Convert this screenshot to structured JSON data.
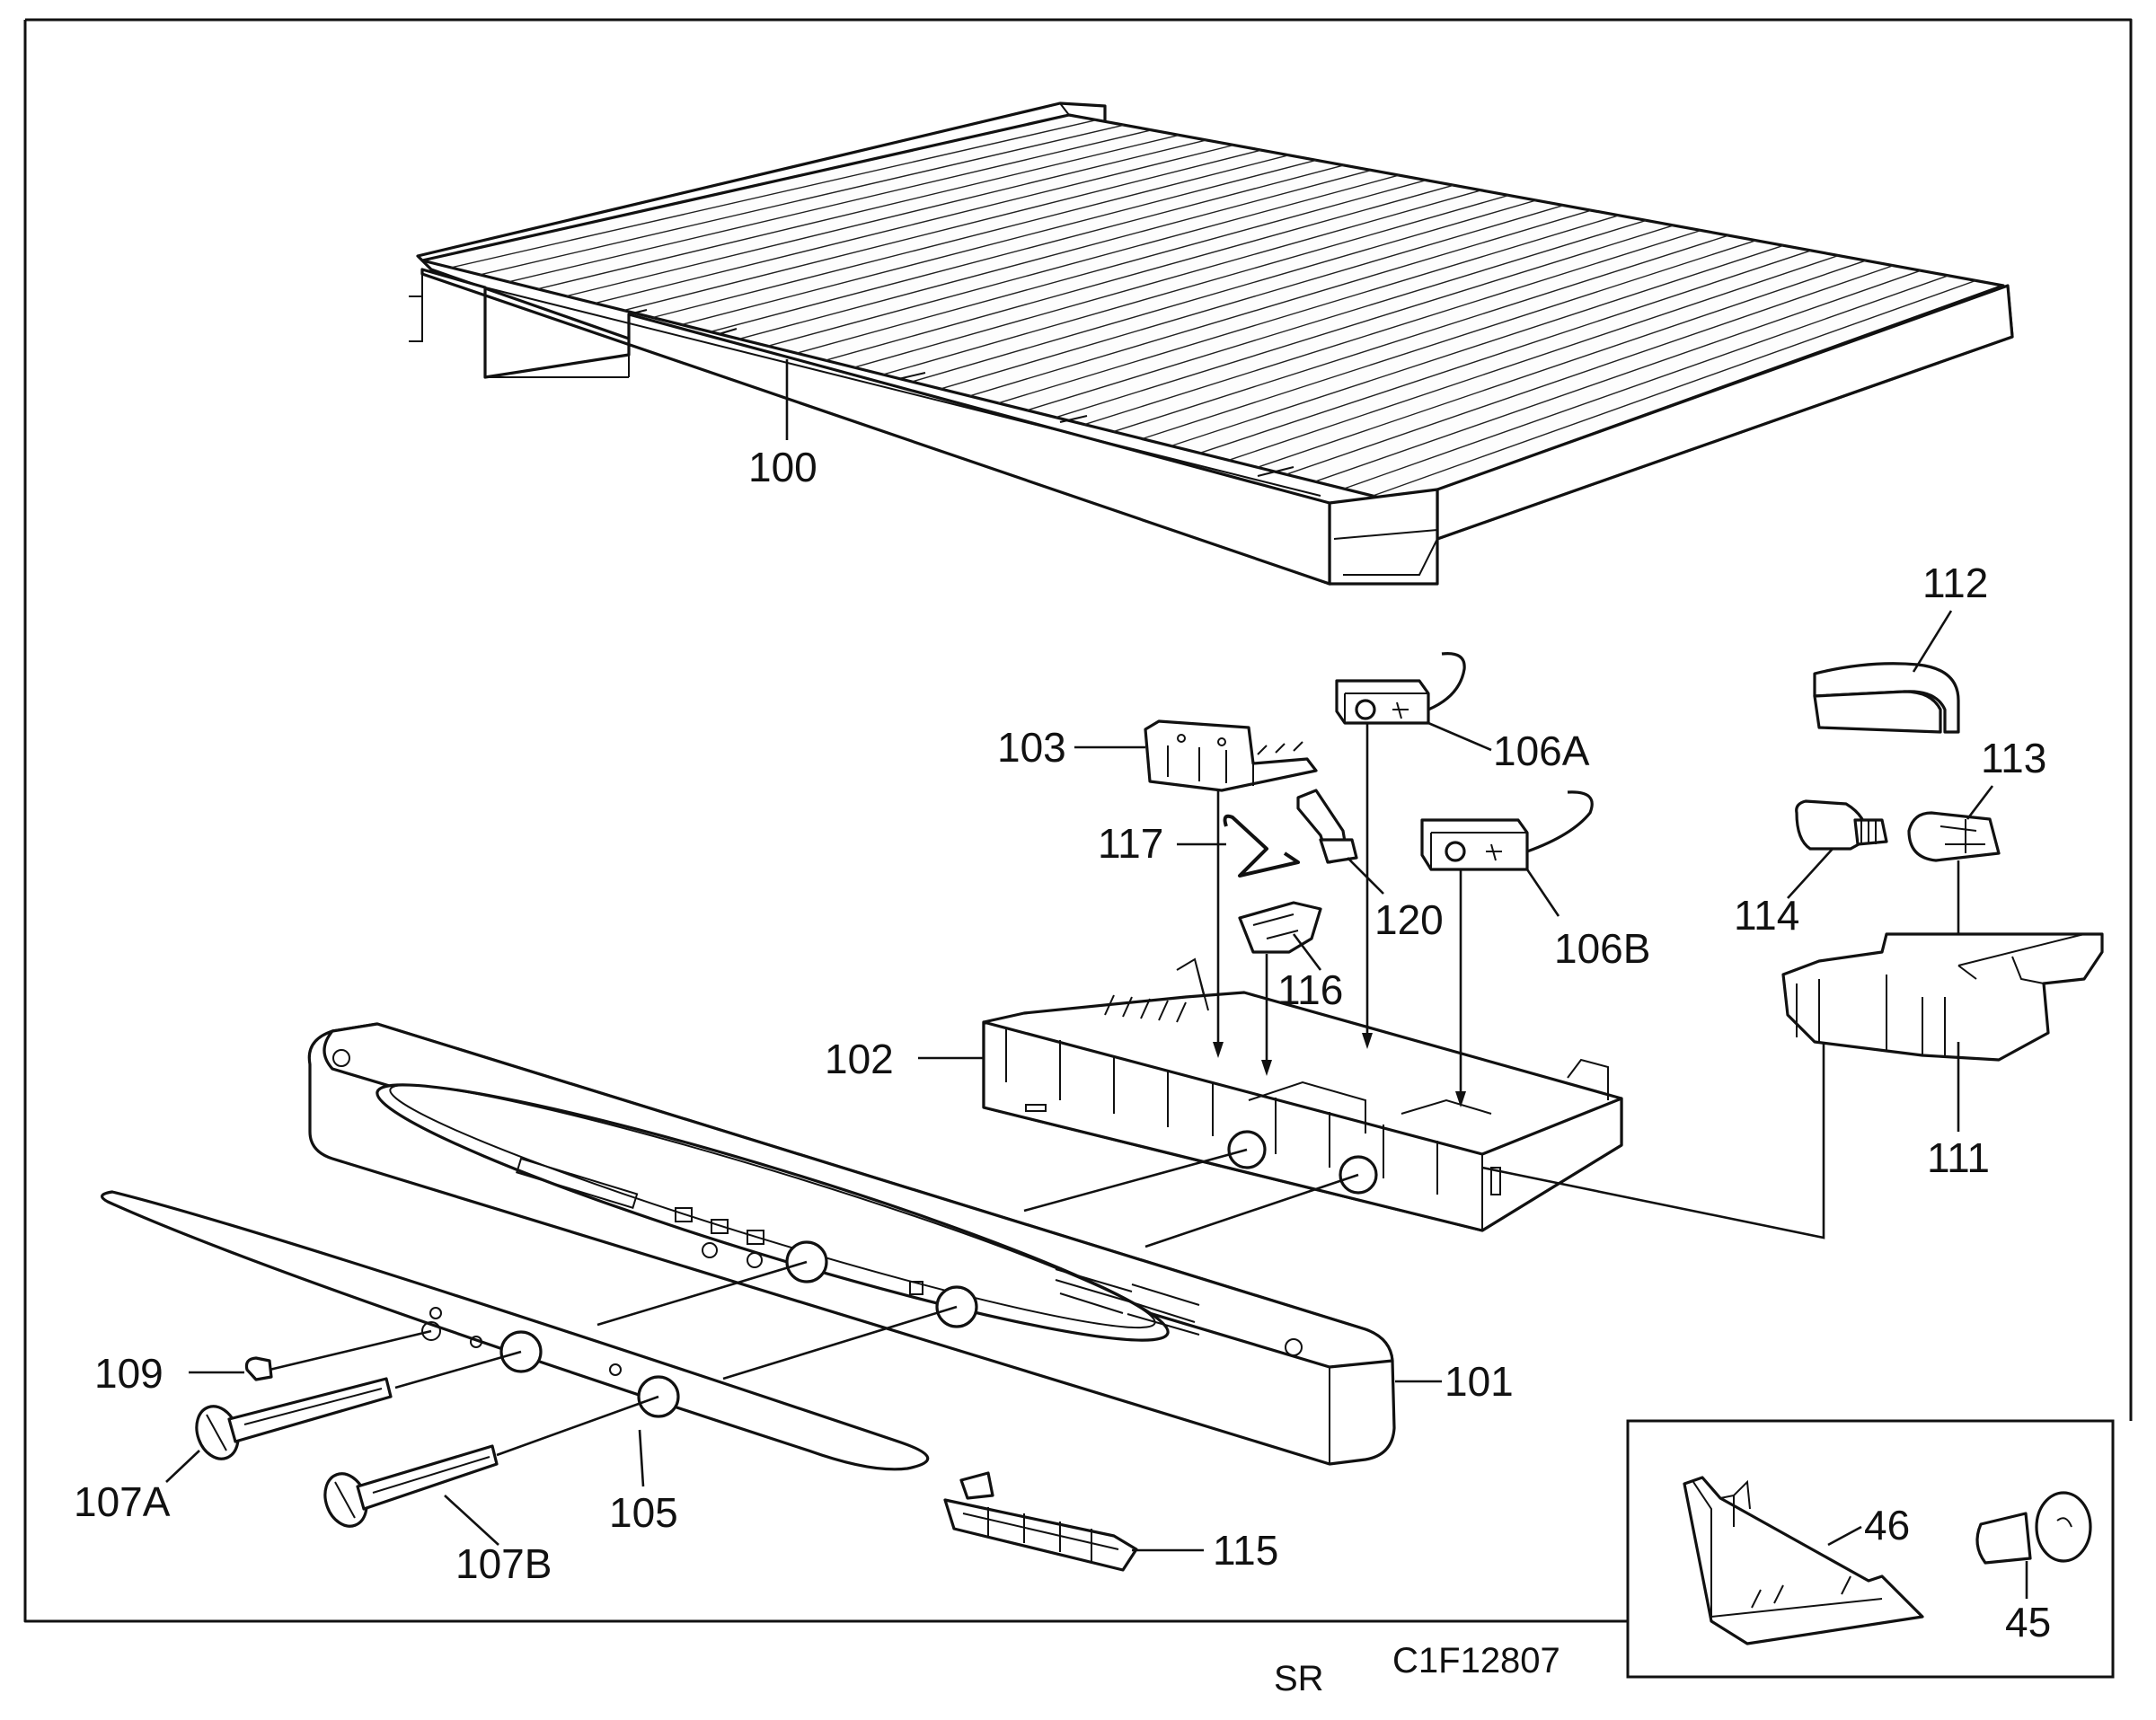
{
  "labels": {
    "p100": "100",
    "p101": "101",
    "p102": "102",
    "p103": "103",
    "p105": "105",
    "p106A": "106A",
    "p106B": "106B",
    "p107A": "107A",
    "p107B": "107B",
    "p109": "109",
    "p111": "111",
    "p112": "112",
    "p113": "113",
    "p114": "114",
    "p115": "115",
    "p116": "116",
    "p117": "117",
    "p120": "120",
    "p46": "46",
    "p45": "45"
  },
  "footer": {
    "code": "SR",
    "drawing_number": "C1F12807"
  }
}
